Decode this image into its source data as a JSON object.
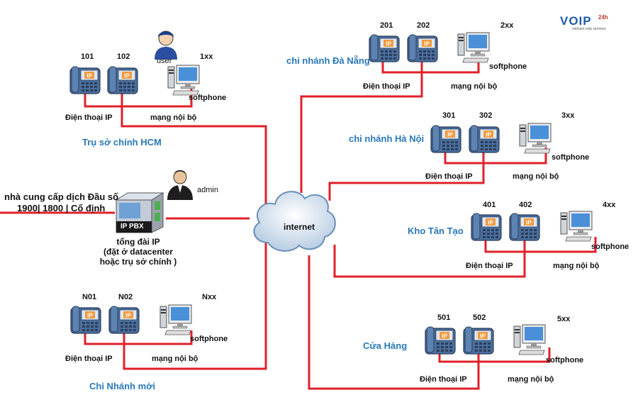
{
  "logo": {
    "text": "VOIP",
    "superscript": "24h",
    "subtitle": "vietnam voip services"
  },
  "cloud_label": "internet",
  "pbx": {
    "label": "IP PBX",
    "caption": [
      "tổng đài IP",
      "(đặt ở datacenter",
      "hoặc trụ sở chính )"
    ]
  },
  "provider": {
    "line1": "nhà cung cấp dịch Đầu số",
    "line2": "1900| 1800 | Cố định"
  },
  "admin_label": "admin",
  "user_label": "user",
  "phone_badge": "IP",
  "sites": [
    {
      "name": "Trụ sở chính HCM",
      "ext1": "101",
      "ext2": "102",
      "range": "1xx",
      "phones": "Điện thoại IP",
      "lan": "mạng nội bộ",
      "soft": "softphone"
    },
    {
      "name": "chi nhánh Đà Nẵng",
      "ext1": "201",
      "ext2": "202",
      "range": "2xx",
      "phones": "Điện thoại IP",
      "lan": "mạng nội bộ",
      "soft": "softphone"
    },
    {
      "name": "chi nhánh Hà Nội",
      "ext1": "301",
      "ext2": "302",
      "range": "3xx",
      "phones": "Điện thoại IP",
      "lan": "mạng nội bộ",
      "soft": "softphone"
    },
    {
      "name": "Kho Tân Tạo",
      "ext1": "401",
      "ext2": "402",
      "range": "4xx",
      "phones": "Điện thoại IP",
      "lan": "mạng nội bộ",
      "soft": "softphone"
    },
    {
      "name": "Cửa Hàng",
      "ext1": "501",
      "ext2": "502",
      "range": "5xx",
      "phones": "Điện thoại IP",
      "lan": "mạng nội bộ",
      "soft": "softphone"
    },
    {
      "name": "Chi Nhánh mới",
      "ext1": "N01",
      "ext2": "N02",
      "range": "Nxx",
      "phones": "Điện thoại IP",
      "lan": "mạng nội bộ",
      "soft": "softphone"
    }
  ],
  "colors": {
    "wire": "#e0202a",
    "branch": "#2878b8",
    "phone": "#4a6f9e",
    "badge": "#f39a3c"
  }
}
